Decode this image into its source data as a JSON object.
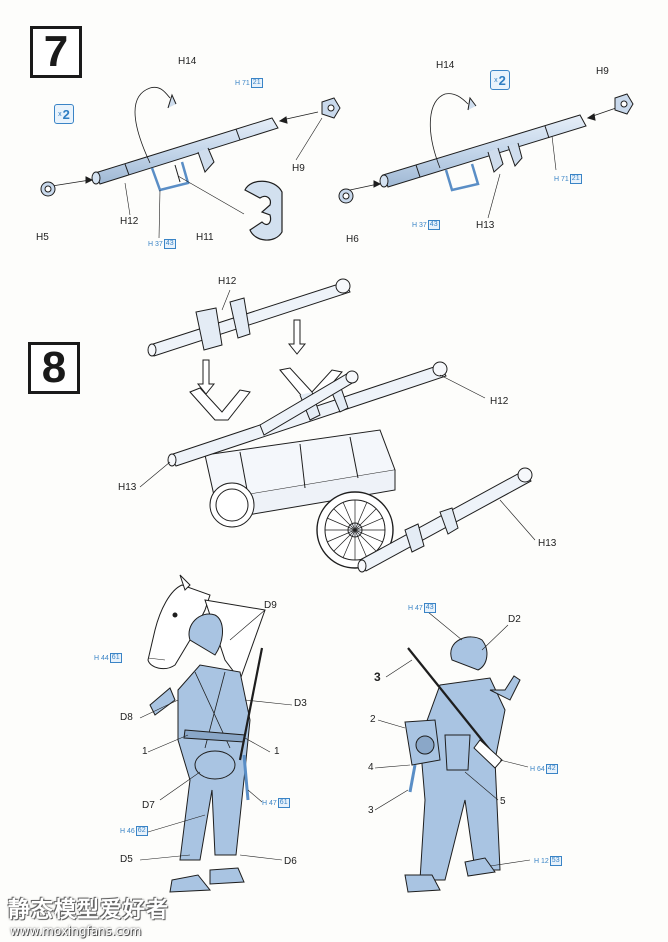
{
  "steps": {
    "seven": "7",
    "eight": "8"
  },
  "multipliers": {
    "left": {
      "x": "x",
      "n": "2"
    },
    "right": {
      "x": "x",
      "n": "2"
    }
  },
  "step7_labels": {
    "h14_left": "H14",
    "h9_left": "H9",
    "h5": "H5",
    "h12": "H12",
    "h11": "H11",
    "h14_right": "H14",
    "h9_right": "H9",
    "h6": "H6",
    "h13": "H13"
  },
  "step7_refs": {
    "h71_left": {
      "text": "H 71",
      "num": "21"
    },
    "h37_left": {
      "text": "H 37",
      "num": "43"
    },
    "h71_right": {
      "text": "H 71",
      "num": "21"
    },
    "h37_right": {
      "text": "H 37",
      "num": "43"
    }
  },
  "step8_labels": {
    "h12_top": "H12",
    "h12_right": "H12",
    "h13_left": "H13",
    "h13_right": "H13"
  },
  "figure_left": {
    "d9": "D9",
    "d3": "D3",
    "d8": "D8",
    "one_a": "1",
    "one_b": "1",
    "d7": "D7",
    "d5": "D5",
    "d6": "D6",
    "refs": {
      "h44": {
        "text": "H 44",
        "num": "61"
      },
      "h47": {
        "text": "H 47",
        "num": "61"
      },
      "h46": {
        "text": "H 46",
        "num": "62"
      }
    }
  },
  "figure_right": {
    "d2": "D2",
    "three_top": "3",
    "two": "2",
    "four": "4",
    "three_bottom": "3",
    "five": "5",
    "refs": {
      "h47": {
        "text": "H 47",
        "num": "43"
      },
      "h64": {
        "text": "H 64",
        "num": "42"
      },
      "h12": {
        "text": "H 12",
        "num": "53"
      }
    }
  },
  "watermark": {
    "cn": "静态模型爱好者",
    "url": "www.moxingfans.com"
  },
  "colors": {
    "part_blue": "#c9d9ec",
    "figure_blue": "#a9c4e2",
    "ref_blue": "#3a84c6",
    "line": "#1e1e1e"
  }
}
